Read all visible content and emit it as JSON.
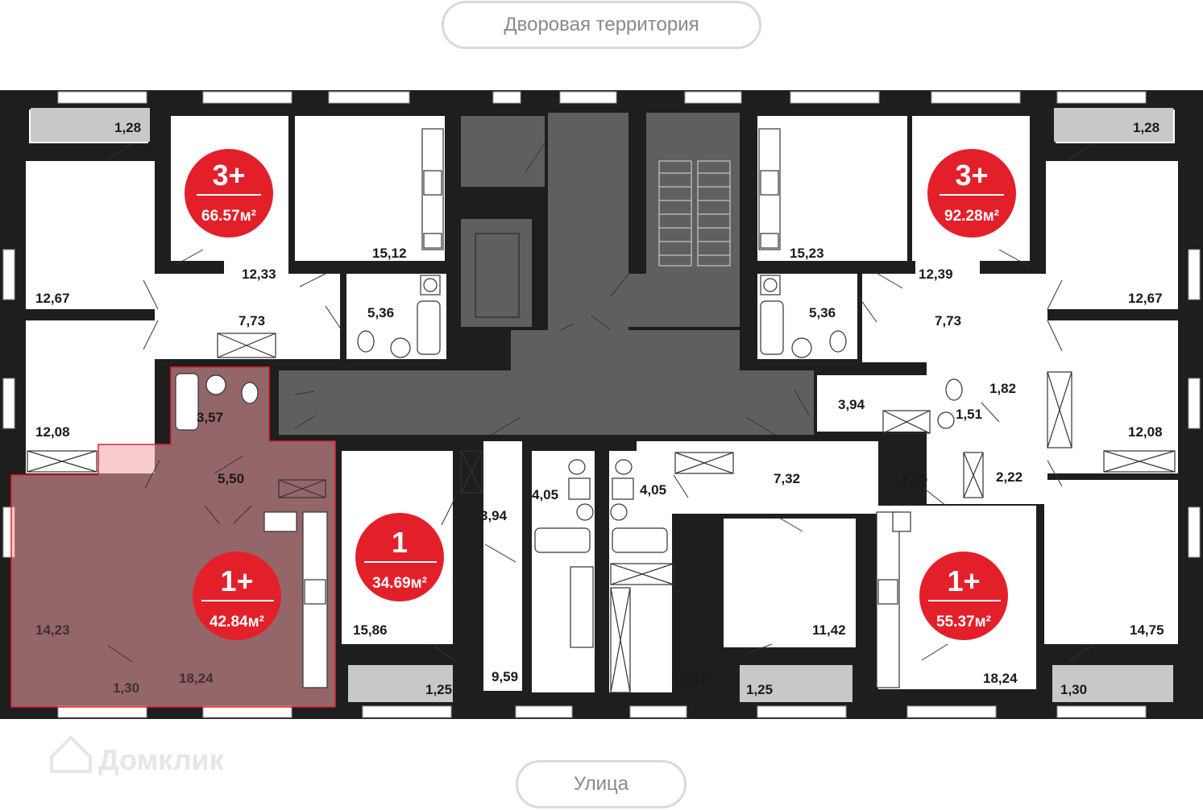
{
  "labels": {
    "courtyard": "Дворовая территория",
    "street": "Улица",
    "watermark": "Домклик"
  },
  "areas": {
    "a1": "1,28",
    "a2": "12,33",
    "a3": "15,12",
    "a4": "12,67",
    "a5": "7,73",
    "a6": "5,36",
    "a7": "12,08",
    "a8": "3,57",
    "a9": "5,50",
    "a10": "14,23",
    "a11": "1,30",
    "a12": "18,24",
    "a13": "1,28",
    "a14": "15,23",
    "a15": "12,39",
    "a16": "12,67",
    "a17": "5,36",
    "a18": "7,73",
    "a19": "3,94",
    "a20": "1,82",
    "a21": "1,51",
    "a22": "12,08",
    "a23": "15,86",
    "a24": "3,94",
    "a25": "4,05",
    "a26": "4,05",
    "a27": "7,32",
    "a28": "2,65",
    "a29": "2,22",
    "a30": "1,25",
    "a31": "9,59",
    "a32": "10,44",
    "a33": "11,42",
    "a34": "1,25",
    "a35": "18,24",
    "a36": "14,75",
    "a37": "1,30"
  },
  "apartments": [
    {
      "type": "3+",
      "size": "66.57м²"
    },
    {
      "type": "3+",
      "size": "92.28м²"
    },
    {
      "type": "1+",
      "size": "42.84м²"
    },
    {
      "type": "1",
      "size": "34.69м²"
    },
    {
      "type": "1+",
      "size": "55.37м²"
    }
  ],
  "colors": {
    "wall": "#1e1e1e",
    "core": "#5f5f5f",
    "badge": "#e3202a",
    "highlight": "#f5a3a8",
    "balcony": "#c8c8c8"
  }
}
